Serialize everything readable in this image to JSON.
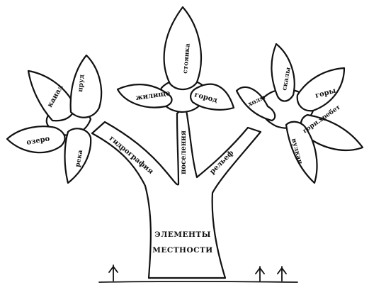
{
  "trunk": {
    "line1": "ЭЛЕМЕНТЫ",
    "line2": "МЕСТНОСТИ"
  },
  "branches": {
    "left": "гидрография",
    "middle": "поселения",
    "right": "рельеф"
  },
  "left_crown": {
    "leaves": [
      "озеро",
      "канал",
      "пруд",
      "река"
    ]
  },
  "middle_crown": {
    "leaves": [
      "жилище",
      "стоянка",
      "город"
    ]
  },
  "right_crown": {
    "leaves": [
      "холм",
      "скалы",
      "горы",
      "горн.хребет",
      "вулкан"
    ]
  }
}
